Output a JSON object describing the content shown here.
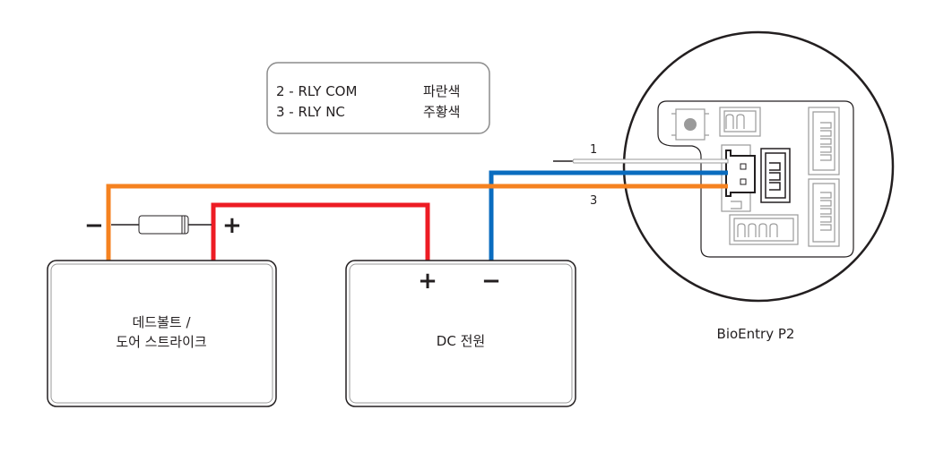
{
  "legend": {
    "rows": [
      {
        "pin": "2 - RLY COM",
        "color_name": "파란색"
      },
      {
        "pin": "3 - RLY NC",
        "color_name": "주황색"
      }
    ]
  },
  "devices": {
    "lock": {
      "line1": "데드볼트 /",
      "line2": "도어 스트라이크"
    },
    "power": {
      "label": "DC 전원",
      "plus": "+",
      "minus": "−"
    },
    "reader": {
      "label": "BioEntry P2"
    }
  },
  "diode": {
    "minus": "−",
    "plus": "+"
  },
  "wires": {
    "wire1_label": "1",
    "wire3_label": "3",
    "colors": {
      "blue": "#0a6cbf",
      "orange": "#f58220",
      "red": "#ed1c24",
      "gray": "#9a9a9a",
      "black": "#231f20"
    }
  }
}
